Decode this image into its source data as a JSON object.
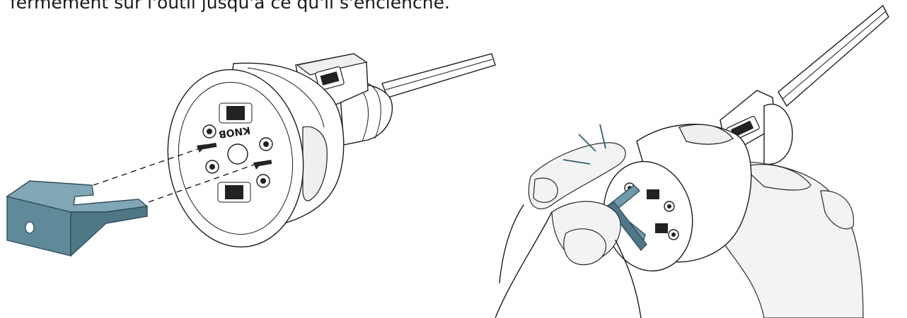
{
  "instruction": {
    "text": "fermement sur l'outil jusqu'à ce qu'il s'enclenche."
  },
  "knob_marking": "KNOB",
  "colors": {
    "clip_fill": "#5e8a9a",
    "clip_stroke": "#2f4f5a",
    "line": "#1c1c1c"
  },
  "illustrations": [
    {
      "icon": "knob-with-clip-inserting"
    },
    {
      "icon": "hand-pressing-clip-onto-knob"
    }
  ]
}
